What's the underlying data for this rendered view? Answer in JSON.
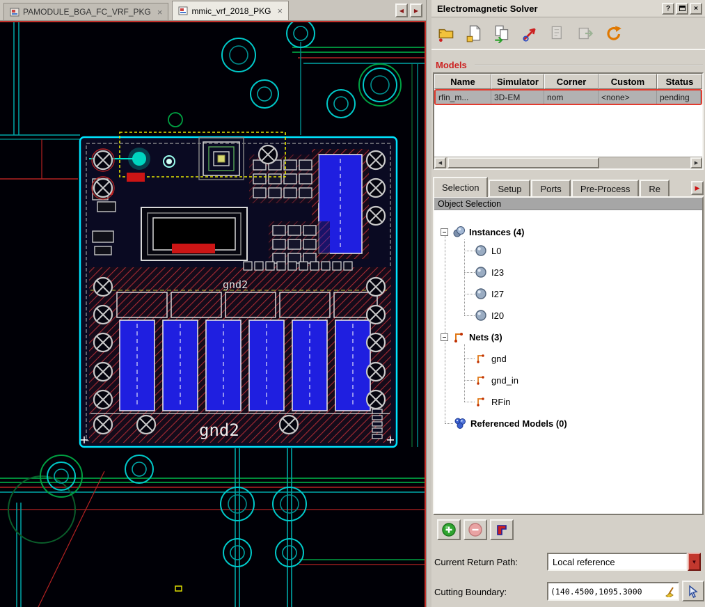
{
  "ui": {
    "close_glyph": "×",
    "help_glyph": "?",
    "down_glyph": "▼",
    "left_glyph": "◀",
    "right_glyph": "▶"
  },
  "window": {
    "doc_tabs": [
      {
        "label": "PAMODULE_BGA_FC_VRF_PKG"
      },
      {
        "label": "mmic_vrf_2018_PKG"
      }
    ]
  },
  "canvas": {
    "label_mid": "gnd2",
    "label_bottom": "gnd2"
  },
  "panel": {
    "title": "Electromagnetic Solver",
    "models": {
      "group_label": "Models",
      "columns": [
        "Name",
        "Simulator",
        "Corner",
        "Custom",
        "Status"
      ],
      "row": [
        "rfin_m...",
        "3D-EM",
        "nom",
        "<none>",
        "pending"
      ]
    },
    "tabs": {
      "items": [
        "Selection",
        "Setup",
        "Ports",
        "Pre-Process",
        "Re"
      ],
      "active": "Selection"
    },
    "selection": {
      "header": "Object Selection",
      "instances": {
        "label": "Instances (4)",
        "items": [
          "L0",
          "I23",
          "I27",
          "I20"
        ]
      },
      "nets": {
        "label": "Nets (3)",
        "items": [
          "gnd",
          "gnd_in",
          "RFin"
        ]
      },
      "referenced_models": {
        "label": "Referenced Models (0)"
      }
    },
    "footer": {
      "current_return_path_label": "Current Return Path:",
      "current_return_path_value": "Local reference",
      "cutting_boundary_label": "Cutting Boundary:",
      "cutting_boundary_value": "(140.4500,1095.3000"
    }
  }
}
